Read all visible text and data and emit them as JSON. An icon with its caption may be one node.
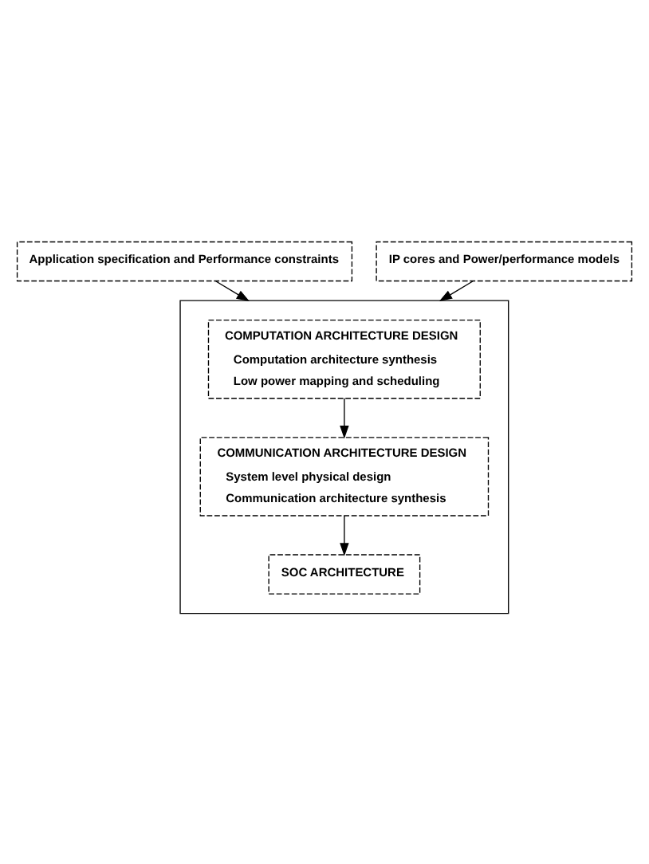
{
  "diagram": {
    "nodes": [
      {
        "text": [
          "Application specification and Performance constraints"
        ]
      },
      {
        "text": [
          "IP cores and Power/performance models"
        ]
      },
      {
        "text": [],
        "shape": "box"
      },
      {
        "text": [
          "COMPUTATION ARCHITECTURE DESIGN",
          "Computation architecture synthesis",
          "Low power mapping and scheduling"
        ],
        "in": 2
      },
      {
        "text": [
          "COMMUNICATION ARCHITECTURE DESIGN",
          "System level physical design",
          "Communication architecture synthesis"
        ],
        "in": 2
      },
      {
        "text": [
          "SOC ARCHITECTURE"
        ],
        "in": 2
      }
    ],
    "edges": [
      {
        "from": 0,
        "to": 2,
        "arrow": "to"
      },
      {
        "from": 1,
        "to": 2,
        "arrow": "to"
      },
      {
        "from": 3,
        "to": 4,
        "arrow": "to"
      },
      {
        "from": 4,
        "to": 5,
        "arrow": "to"
      }
    ]
  }
}
